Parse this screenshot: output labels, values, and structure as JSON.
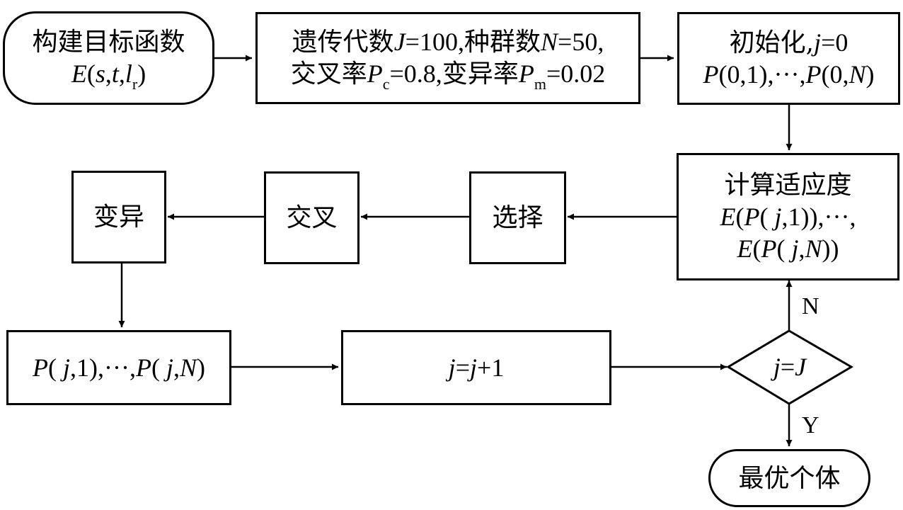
{
  "nodes": {
    "objective": {
      "line1": "构建目标函数",
      "fn": "E",
      "args_open": "(",
      "s": "s",
      "c1": ",",
      "t": "t",
      "c2": ",",
      "l": "l",
      "l_sub": "r",
      "args_close": ")"
    },
    "params": {
      "gen_label": "遗传代数",
      "J": "J",
      "J_val": "=100,",
      "pop_label": "种群数",
      "N": "N",
      "N_val": "=50,",
      "cross_label": "交叉率",
      "Pc": "P",
      "Pc_sub": "c",
      "Pc_val": "=0.8,",
      "mut_label": "变异率",
      "Pm": "P",
      "Pm_sub": "m",
      "Pm_val": "=0.02"
    },
    "init": {
      "label": "初始化,",
      "j": "j",
      "j_val": "=0",
      "P1": "P",
      "P1_args": "(0,1),···,",
      "P2": "P",
      "P2_args": "(0,",
      "N": "N",
      "close": ")"
    },
    "fitness": {
      "label": "计算适应度",
      "E1": "E",
      "open1": "(",
      "P1": "P",
      "p1open": "( ",
      "j1": "j",
      "rest1": ",1)),···,",
      "E2": "E",
      "open2": "(",
      "P2": "P",
      "p2open": "( ",
      "j2": "j",
      "comma2": ",",
      "N": "N",
      "close2": "))"
    },
    "select": {
      "label": "选择"
    },
    "crossover": {
      "label": "交叉"
    },
    "mutation": {
      "label": "变异"
    },
    "population": {
      "P1": "P",
      "open1": "( ",
      "j1": "j",
      "mid": ",1),···,",
      "P2": "P",
      "open2": "( ",
      "j2": "j",
      "comma": ",",
      "N": "N",
      "close": ")"
    },
    "increment": {
      "j1": "j",
      "eq": "=",
      "j2": "j",
      "plus": "+1"
    },
    "decision": {
      "j": "j",
      "eq": "=",
      "J": "J"
    },
    "best": {
      "label": "最优个体"
    }
  },
  "edge_labels": {
    "no": "N",
    "yes": "Y"
  }
}
